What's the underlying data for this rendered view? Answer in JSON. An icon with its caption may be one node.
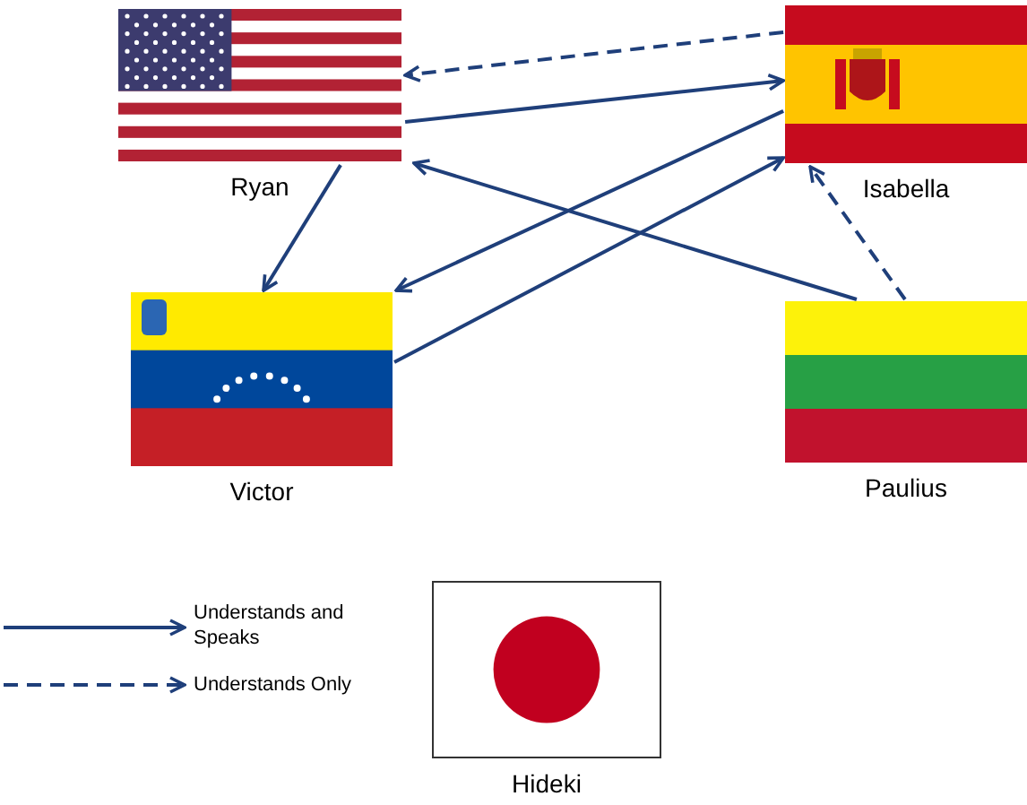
{
  "diagram": {
    "nodes": [
      {
        "text": [
          "Ryan"
        ]
      },
      {
        "text": [
          "Isabella"
        ]
      },
      {
        "text": [
          "Victor"
        ]
      },
      {
        "text": [
          "Paulius"
        ]
      },
      {
        "text": [
          "Hideki"
        ]
      }
    ],
    "edges": [
      {
        "from": 1,
        "to": 0,
        "arrow": "to",
        "style": "dashed"
      },
      {
        "from": 0,
        "to": 1,
        "arrow": "to"
      },
      {
        "from": 0,
        "to": 2,
        "arrow": "to"
      },
      {
        "from": 1,
        "to": 2,
        "arrow": "to"
      },
      {
        "from": 2,
        "to": 1,
        "arrow": "to"
      },
      {
        "from": 3,
        "to": 0,
        "arrow": "to"
      },
      {
        "from": 3,
        "to": 1,
        "arrow": "to",
        "style": "dashed"
      }
    ],
    "legend": [
      {
        "text": "Understands and Speaks"
      },
      {
        "text": "Understands Only"
      }
    ]
  }
}
